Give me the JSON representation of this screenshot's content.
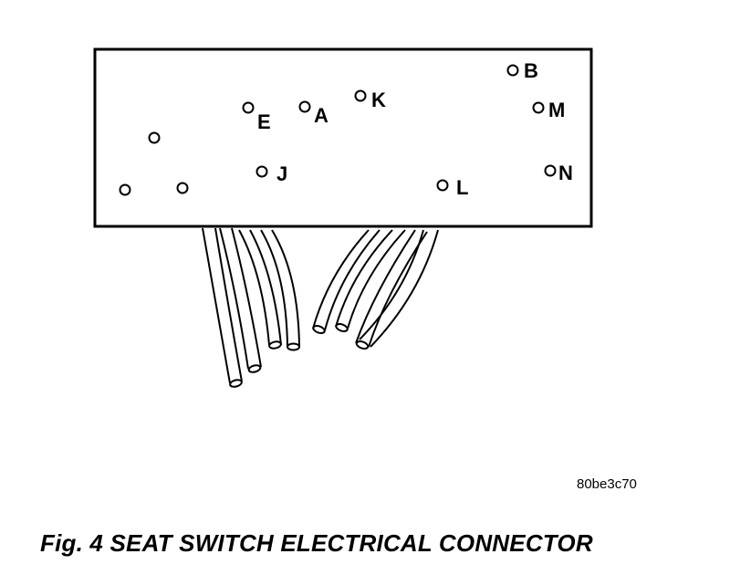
{
  "figure": {
    "caption": "Fig. 4 SEAT SWITCH ELECTRICAL CONNECTOR",
    "image_code": "80be3c70"
  },
  "connector": {
    "pins": [
      {
        "id": "unlabeled-1",
        "label": ""
      },
      {
        "id": "unlabeled-2",
        "label": ""
      },
      {
        "id": "unlabeled-3",
        "label": ""
      },
      {
        "id": "E",
        "label": "E"
      },
      {
        "id": "A",
        "label": "A"
      },
      {
        "id": "K",
        "label": "K"
      },
      {
        "id": "J",
        "label": "J"
      },
      {
        "id": "B",
        "label": "B"
      },
      {
        "id": "M",
        "label": "M"
      },
      {
        "id": "N",
        "label": "N"
      },
      {
        "id": "L",
        "label": "L"
      }
    ],
    "wire_count": 8
  }
}
